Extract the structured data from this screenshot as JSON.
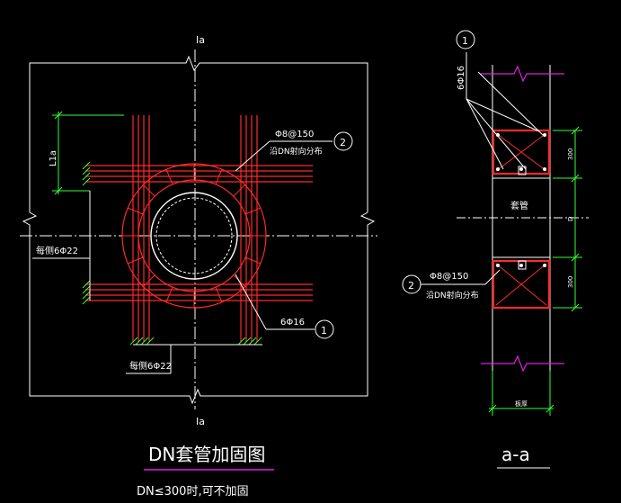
{
  "plan": {
    "section_mark_top": "Ia",
    "section_mark_bottom": "Ia",
    "lla_label": "L1a",
    "callout_2_number": "2",
    "callout_2_line1": "Φ8@150",
    "callout_2_line2": "沿DN射向分布",
    "callout_1_number": "1",
    "callout_1_label": "6Φ16",
    "side_bars_label": "每侧6Φ22",
    "bottom_bars_label": "每侧6Φ22",
    "title": "DN套管加固图",
    "subtitle": "DN≤300时,可不加固"
  },
  "section": {
    "callout_1_number": "1",
    "callout_1_label": "6Φ16",
    "callout_2_number": "2",
    "callout_2_line1": "Φ8@150",
    "callout_2_line2": "沿DN射向分布",
    "sleeve_label": "套管",
    "dim_upper": "300",
    "dim_mid": "D",
    "dim_lower": "300",
    "dim_width": "板厚",
    "title": "a-a"
  },
  "colors": {
    "background": "#000000",
    "outline": "#ffffff",
    "rebar": "#ff2a2a",
    "dimension": "#33ff33",
    "break_line": "#e020e0"
  }
}
